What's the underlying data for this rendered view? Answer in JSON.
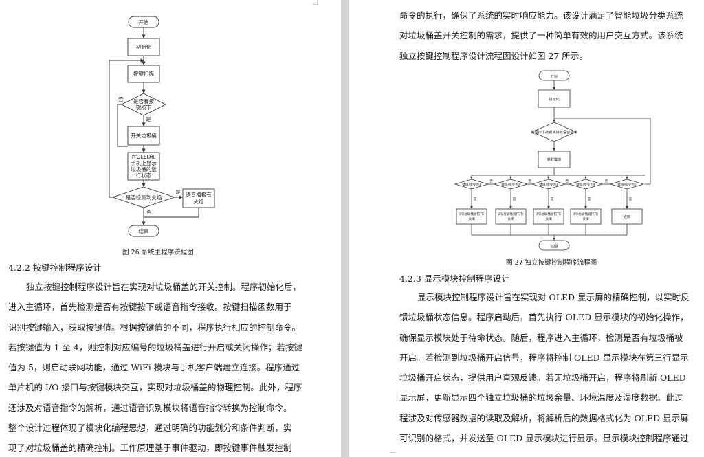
{
  "left_page": {
    "flowchart": {
      "start": "开始",
      "init": "初始化",
      "scan": "按键扫描",
      "decision_key": [
        "是否有按",
        "键按下"
      ],
      "no_label": "否",
      "yes_label": "是",
      "open_bin": "开关垃圾桶",
      "oled_show": [
        "在OLED和",
        "手机上显示",
        "垃圾桶的运",
        "行状态"
      ],
      "decision_fire": "是否检测到火焰",
      "fire_yes": "是",
      "fire_no": "否",
      "voice_alarm": [
        "语音播报有",
        "火焰"
      ],
      "end": "结束"
    },
    "figure_caption": "图 26 系统主程序流程图",
    "section_heading": "4.2.2  按键控制程序设计",
    "paragraph": [
      "独立按键控制程序设计旨在实现对垃圾桶盖的开关控制。程序初始化后，",
      "进入主循环，首先检测是否有按键按下或语音指令接收。按键扫描函数用于",
      "识别按键输入，获取按键值。根据按键值的不同，程序执行相应的控制命令。",
      "若按键值为 1 至 4，则控制对应编号的垃圾桶盖进行开启或关闭操作；若按键",
      "值为 5，则启动联网功能，通过 WiFi 模块与手机客户端建立连接。程序通过",
      "单片机的 I/O 接口与按键模块交互，实现对垃圾桶盖的物理控制。此外，程序",
      "还涉及对语音指令的解析，通过语音识别模块将语音指令转换为控制命令。",
      "整个设计过程体现了模块化编程思想，通过明确的功能划分和条件判断，实",
      "现了对垃圾桶盖的精确控制。工作原理基于事件驱动，即按键事件触发控制"
    ]
  },
  "right_page": {
    "top_paragraph": [
      "命令的执行，确保了系统的实时响应能力。该设计满足了智能垃圾分类系统",
      "对垃圾桶盖开关控制的需求，提供了一种简单有效的用户交互方式。该系统",
      "独立按键控制程序设计流程图设计如图 27 所示。"
    ],
    "flowchart": {
      "start": "开始",
      "init": "初始化",
      "decision_input": "是否按下按键或接收语音指令",
      "get_key": "获取键值",
      "branches": [
        {
          "cond": "键值/指令为1",
          "action": [
            "1号垃圾桶被打开/",
            "关闭"
          ]
        },
        {
          "cond": "键值/指令为2",
          "action": [
            "2号垃圾桶被打开/",
            "关闭"
          ]
        },
        {
          "cond": "键值/指令为3",
          "action": [
            "3号垃圾桶被打开/",
            "关闭"
          ]
        },
        {
          "cond": "键值/指令为4",
          "action": [
            "4号垃圾桶被打开/",
            "关闭"
          ]
        },
        {
          "cond": "键值/指令为5",
          "action": [
            "连网"
          ]
        }
      ],
      "yes_label": "是",
      "no_label": "否",
      "end": "返回"
    },
    "figure_caption": "图 27 独立按键控制程序流程图",
    "section_heading": "4.2.3  显示模块控制程序设计",
    "paragraph": [
      "显示模块控制程序设计旨在实现对 OLED 显示屏的精确控制，以实时反",
      "馈垃圾桶状态信息。程序启动后，首先执行 OLED 显示模块的初始化操作，",
      "确保显示模块处于待命状态。随后，程序进入主循环，检测是否有垃圾桶被",
      "开启。若检测到垃圾桶开启信号，程序将控制 OLED 显示模块在第三行显示",
      "垃圾桶开启状态，提供用户直观反馈。若无垃圾桶开启，程序将刷新 OLED",
      "显示屏，更新显示四个独立垃圾桶的垃圾余量、环境温度及湿度数据。此过",
      "程涉及对传感器数据的读取及解析，将解析后的数据格式化为 OLED 显示屏",
      "可识别的格式，并发送至 OLED 显示模块进行显示。显示模块控制程序通过"
    ]
  }
}
